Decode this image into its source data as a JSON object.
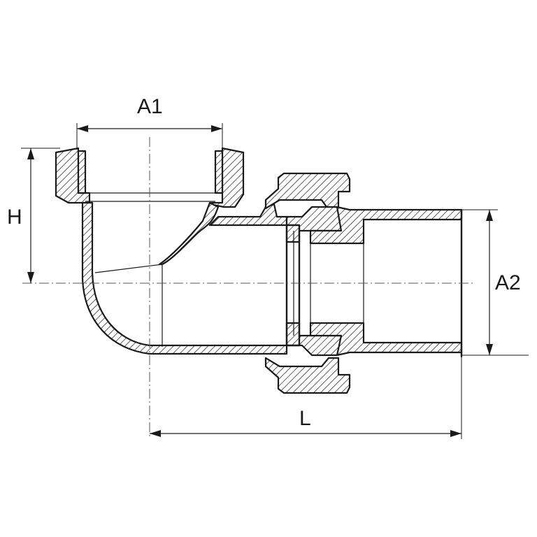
{
  "dimensions": {
    "a1": "A1",
    "a2": "A2",
    "h": "H",
    "l": "L"
  },
  "colors": {
    "line": "#1a1a1a",
    "background": "#ffffff"
  }
}
